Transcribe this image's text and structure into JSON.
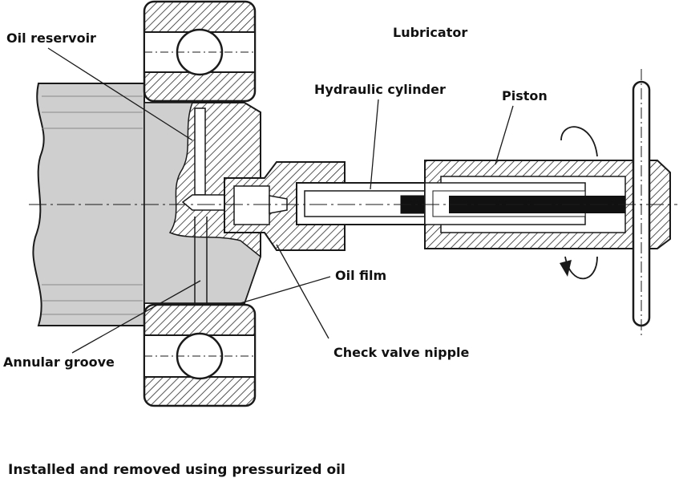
{
  "labels": {
    "oil_reservoir": "Oil reservoir",
    "lubricator": "Lubricator",
    "hydraulic_cylinder": "Hydraulic cylinder",
    "piston": "Piston",
    "oil_film": "Oil film",
    "annular_groove": "Annular groove",
    "check_valve_nipple": "Check valve nipple"
  },
  "caption": "Installed and removed using pressurized oil",
  "colors": {
    "line": "#1a1a1a",
    "shaft_fill": "#cfcfcf",
    "hatch": "#2a2a2a",
    "piston_rod": "#111111"
  }
}
